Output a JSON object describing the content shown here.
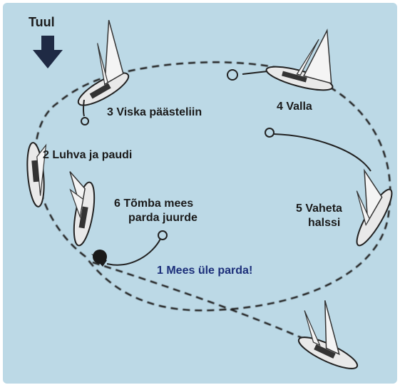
{
  "wind_label": "Tuul",
  "steps": {
    "s1": "1 Mees üle parda!",
    "s2": "2 Luhva ja paudi",
    "s3": "3 Viska päästeliin",
    "s4": "4 Valla",
    "s5_line1": "5 Vaheta",
    "s5_line2": "halssi",
    "s6_line1": "6 Tõmba mees",
    "s6_line2": "parda juurde"
  },
  "colors": {
    "background": "#bcd9e6",
    "text_dark": "#1a1a1a",
    "text_highlight": "#1c2f7a",
    "arrow": "#1f2a44",
    "path": "#222222",
    "sail": "#f4f4f4",
    "hull": "#e9e9e9"
  },
  "icons": {
    "wind": "down-arrow-icon",
    "boat": "sailboat-icon",
    "person": "person-in-water-icon",
    "line": "rescue-line-icon"
  }
}
